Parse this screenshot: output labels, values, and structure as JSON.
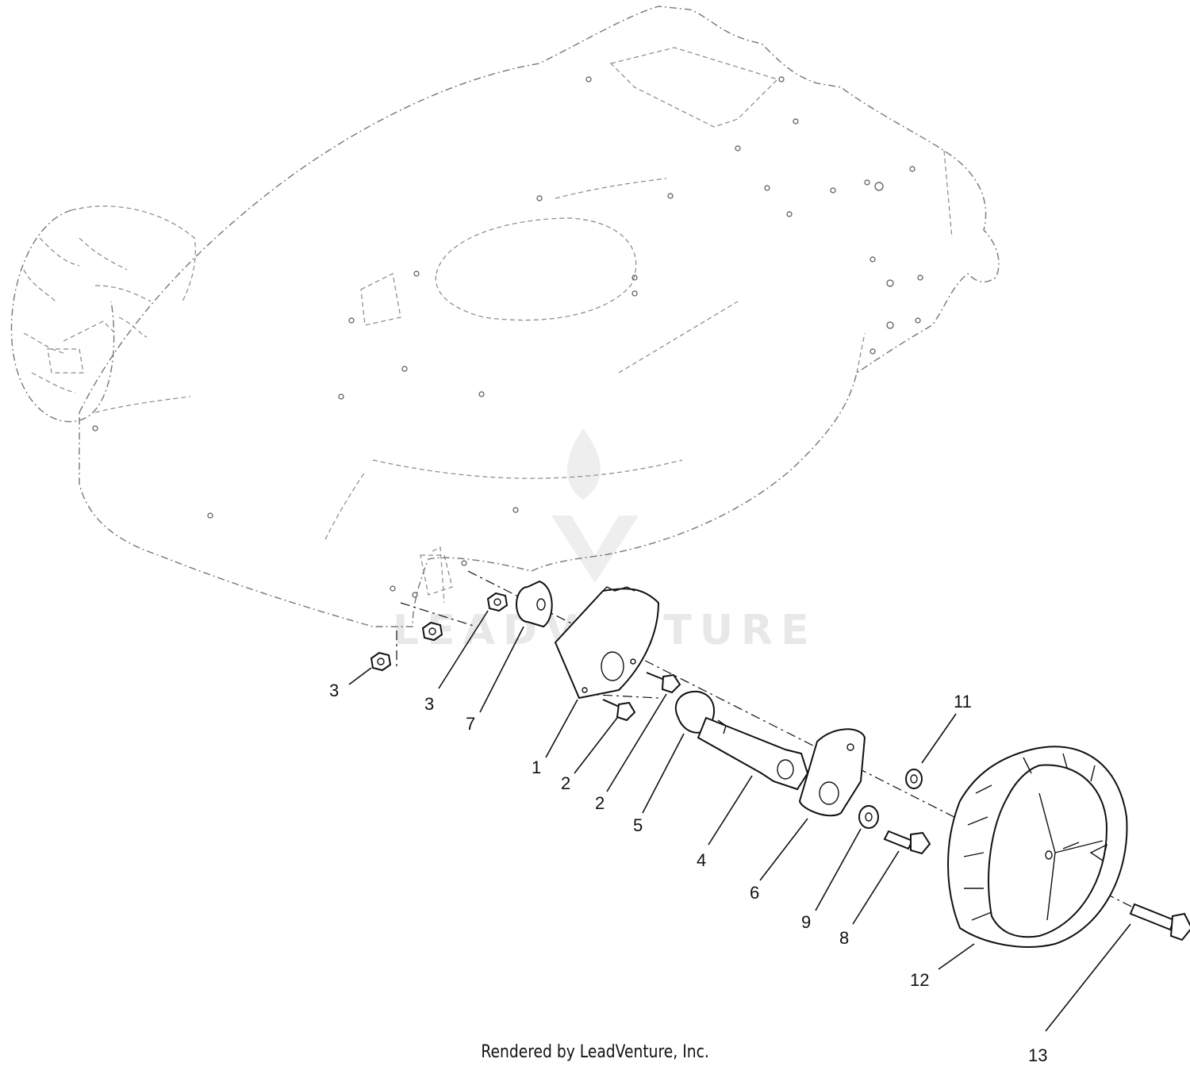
{
  "diagram": {
    "credit": "Rendered by LeadVenture, Inc.",
    "watermark": "LEADVENTURE",
    "callouts": [
      {
        "id": "c3a",
        "label": "3"
      },
      {
        "id": "c3b",
        "label": "3"
      },
      {
        "id": "c7",
        "label": "7"
      },
      {
        "id": "c1",
        "label": "1"
      },
      {
        "id": "c2a",
        "label": "2"
      },
      {
        "id": "c2b",
        "label": "2"
      },
      {
        "id": "c5",
        "label": "5"
      },
      {
        "id": "c4",
        "label": "4"
      },
      {
        "id": "c6",
        "label": "6"
      },
      {
        "id": "c9",
        "label": "9"
      },
      {
        "id": "c8",
        "label": "8"
      },
      {
        "id": "c11",
        "label": "11"
      },
      {
        "id": "c12",
        "label": "12"
      },
      {
        "id": "c13",
        "label": "13"
      }
    ]
  }
}
